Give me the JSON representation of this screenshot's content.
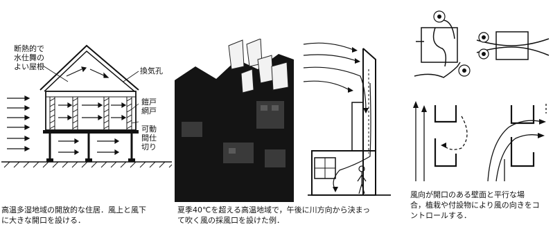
{
  "panel1": {
    "label_roof": "断熱的で\n水仕舞の\nよい屋根",
    "label_vent": "換気孔",
    "label_shutter": "鎧戸\n網戸",
    "label_partition": "可動\n間仕\n切り",
    "caption": "高温多湿地域の開放的な住居．風上と風下\nに大きな開口を設ける．"
  },
  "panel2": {
    "caption": "夏季40℃を超える高温地域で，午後に川方向から決まっ\nて吹く風の採風口を設けた例．"
  },
  "panel4": {
    "caption": "風向が開口のある壁面と平行な場\n合，植栽や付設物により風の向きをコ\nントロールする．"
  }
}
